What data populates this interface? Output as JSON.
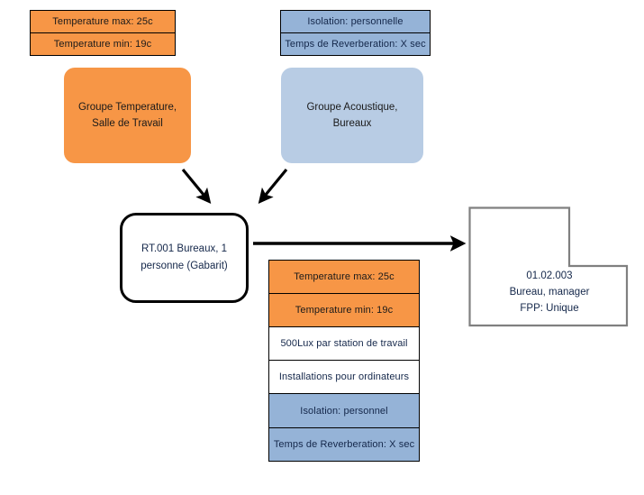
{
  "diagram": {
    "title": "Room program requirements diagram",
    "colors": {
      "orange": "#f79646",
      "orange_group": "#f79646",
      "blue": "#95b3d7",
      "blue_group": "#b8cce4",
      "outline": "#000000",
      "room_outline": "#808080",
      "text": "#14274a",
      "background": "#ffffff"
    },
    "temperature_stack": {
      "name": "temperature-requirements",
      "rows": [
        {
          "label": "Temperature max: 25c",
          "fill": "orange"
        },
        {
          "label": "Temperature min: 19c",
          "fill": "orange"
        }
      ]
    },
    "acoustic_stack": {
      "name": "acoustic-requirements",
      "rows": [
        {
          "label": "Isolation: personnelle",
          "fill": "blue"
        },
        {
          "label": "Temps de Reverberation: X sec",
          "fill": "blue"
        }
      ]
    },
    "temperature_group": {
      "label": "Groupe Temperature,\nSalle de Travail",
      "fill": "orange"
    },
    "acoustic_group": {
      "label": "Groupe Acoustique,\nBureaux",
      "fill": "blue"
    },
    "template_node": {
      "label": "RT.001 Bureaux, 1\npersonne (Gabarit)"
    },
    "combined_stack": {
      "name": "combined-requirements",
      "rows": [
        {
          "label": "Temperature max: 25c",
          "fill": "orange"
        },
        {
          "label": "Temperature min: 19c",
          "fill": "orange"
        },
        {
          "label": "500Lux par station de travail",
          "fill": "white"
        },
        {
          "label": "Installations pour ordinateurs",
          "fill": "white"
        },
        {
          "label": "Isolation: personnel",
          "fill": "blue"
        },
        {
          "label": "Temps de Reverberation: X sec",
          "fill": "blue"
        }
      ]
    },
    "room": {
      "label": "01.02.003\nBureau, manager\nFPP: Unique"
    },
    "arrows": [
      {
        "name": "arrow-temperature-to-node"
      },
      {
        "name": "arrow-acoustic-to-node"
      },
      {
        "name": "arrow-node-to-room"
      }
    ]
  }
}
